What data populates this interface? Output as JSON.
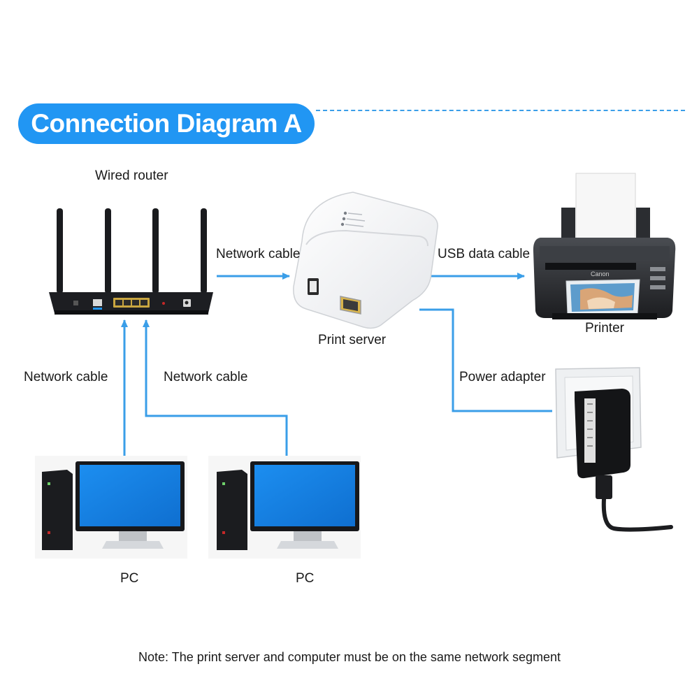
{
  "title": "Connection Diagram A",
  "labels": {
    "wired_router": "Wired router",
    "network_cable_router_server": "Network cable",
    "usb_data_cable": "USB data cable",
    "print_server": "Print server",
    "printer": "Printer",
    "network_cable_pc1": "Network cable",
    "network_cable_pc2": "Network cable",
    "power_adapter": "Power adapter",
    "pc1": "PC",
    "pc2": "PC"
  },
  "note": "Note: The print server and computer must be on the same network segment",
  "colors": {
    "accent": "#2196f3",
    "arrow": "#3a9ee8",
    "monitor_screen": "#1e88e5"
  },
  "icons": [
    "router-icon",
    "print-server-icon",
    "printer-icon",
    "power-adapter-icon",
    "pc-icon",
    "pc-icon"
  ]
}
